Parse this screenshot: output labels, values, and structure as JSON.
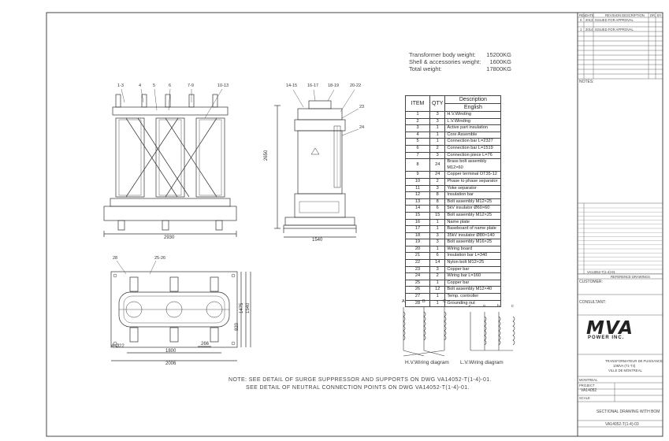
{
  "weights": [
    {
      "label": "Transformer body weight:",
      "value": "15200KG"
    },
    {
      "label": "Shell & accessories weight:",
      "value": "1600KG"
    },
    {
      "label": "Total weight:",
      "value": "17800KG"
    }
  ],
  "bom": {
    "headers": {
      "item": "ITEM",
      "qty": "QTY",
      "desc": "Description",
      "desc2": "English"
    },
    "rows": [
      [
        "1",
        "3",
        "H.V.Winding"
      ],
      [
        "2",
        "3",
        "L.V.Winding"
      ],
      [
        "3",
        "1",
        "Active part insulation"
      ],
      [
        "4",
        "1",
        "Core Assemble"
      ],
      [
        "5",
        "1",
        "Connection bar L=2327"
      ],
      [
        "6",
        "2",
        "Connection bar L=1519"
      ],
      [
        "7",
        "3",
        "Connection piece L=76"
      ],
      [
        "8",
        "24",
        "Brass bolt assembly M12×60"
      ],
      [
        "9",
        "24",
        "Copper terminal OT35-12"
      ],
      [
        "10",
        "2",
        "Phase to phase separator"
      ],
      [
        "11",
        "3",
        "Yoke separator"
      ],
      [
        "12",
        "8",
        "Insulation bar"
      ],
      [
        "13",
        "8",
        "Bolt assembly M12×25"
      ],
      [
        "14",
        "6",
        "5kV insulator Ø60×60"
      ],
      [
        "15",
        "15",
        "Bolt assembly M12×25"
      ],
      [
        "16",
        "1",
        "Name plate"
      ],
      [
        "17",
        "1",
        "Baseboard of name plate"
      ],
      [
        "18",
        "3",
        "35kV insulator Ø80×140"
      ],
      [
        "19",
        "3",
        "Bolt assembly M16×25"
      ],
      [
        "20",
        "1",
        "Wiring board"
      ],
      [
        "21",
        "6",
        "Insulation bar L=340"
      ],
      [
        "22",
        "14",
        "Nylon bolt M12×25"
      ],
      [
        "23",
        "3",
        "Copper bar"
      ],
      [
        "24",
        "2",
        "Wiring bar L=160"
      ],
      [
        "25",
        "1",
        "Copper bar"
      ],
      [
        "26",
        "12",
        "Bolt assembly M12×40"
      ],
      [
        "27",
        "1",
        "Temp. controller"
      ],
      [
        "28",
        "1",
        "Grounding nut"
      ]
    ]
  },
  "front_view": {
    "leaders": [
      "1-3",
      "4",
      "5",
      "6",
      "7-9",
      "10-13"
    ],
    "width_dim": "2930"
  },
  "side_view": {
    "leaders": [
      "14-15",
      "16-17",
      "18-19",
      "20-22",
      "23",
      "24"
    ],
    "height_dim": "2650",
    "width_dim": "1540"
  },
  "top_view": {
    "leaders": [
      "28",
      "25-26"
    ],
    "dims": {
      "a": "1800",
      "b": "2006",
      "c": "266",
      "d": "4-Ø22",
      "e": "820",
      "f": "1475",
      "g": "1540"
    }
  },
  "wiring": {
    "hv_terminals": [
      "A",
      "B",
      "C"
    ],
    "lv_terminals": [
      "c",
      "o",
      "b",
      "c"
    ],
    "hv_caption": "H.V.Wiring diagram",
    "lv_caption": "L.V.Wiring diagram"
  },
  "notes": [
    "NOTE: SEE DETAIL OF SURGE SUPPRESSOR AND SUPPORTS ON DWG VA14052-T(1-4)-01.",
    "SEE DETAIL OF NEUTRAL CONNECTION POINTS ON DWG VA14052-T(1-4)-01."
  ],
  "title_block": {
    "rev_header": [
      "REV.",
      "DATE",
      "REVISION DESCRIPTION",
      "DR.",
      "BY"
    ],
    "rev_rows": [
      [
        "0",
        "2013",
        "ISSUED FOR APPROVAL"
      ],
      [
        "1",
        "2014",
        "ISSUED FOR APPROVAL"
      ]
    ],
    "notes_label": "NOTES:",
    "reference_id": "VA14052-T(1-4)-01",
    "reference_label": "REFERENCE DRAWINGS",
    "customer_label": "CUSTOMER:",
    "consultant_label": "CONSULTANT:",
    "company": "MVA",
    "company_sub": "POWER INC.",
    "project_lines": [
      "TRANSFORMATEUR DE PUISSANCE",
      "10MVA (T1-T4)",
      "VILLE DE MONTREAL"
    ],
    "location": "MONTREAL",
    "project_label": "PROJECT",
    "project_no": "VA14052",
    "scale_label": "SCALE",
    "drawing_title": "SECTIONAL DRAWING WITH BOM",
    "drawing_no": "VA14052-T(1-4)-03"
  },
  "colors": {
    "line": "#333333",
    "light": "#888888"
  }
}
